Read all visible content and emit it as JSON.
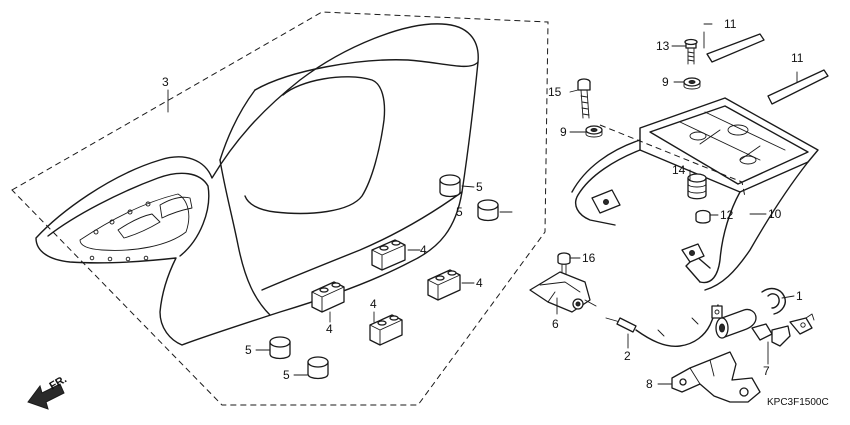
{
  "diagram_code": "KPC3F1500C",
  "front_indicator": "FR.",
  "callouts": [
    "1",
    "2",
    "3",
    "4",
    "4",
    "4",
    "4",
    "5",
    "5",
    "5",
    "5",
    "6",
    "7",
    "8",
    "9",
    "9",
    "10",
    "11",
    "11",
    "12",
    "13",
    "14",
    "15",
    "16"
  ]
}
